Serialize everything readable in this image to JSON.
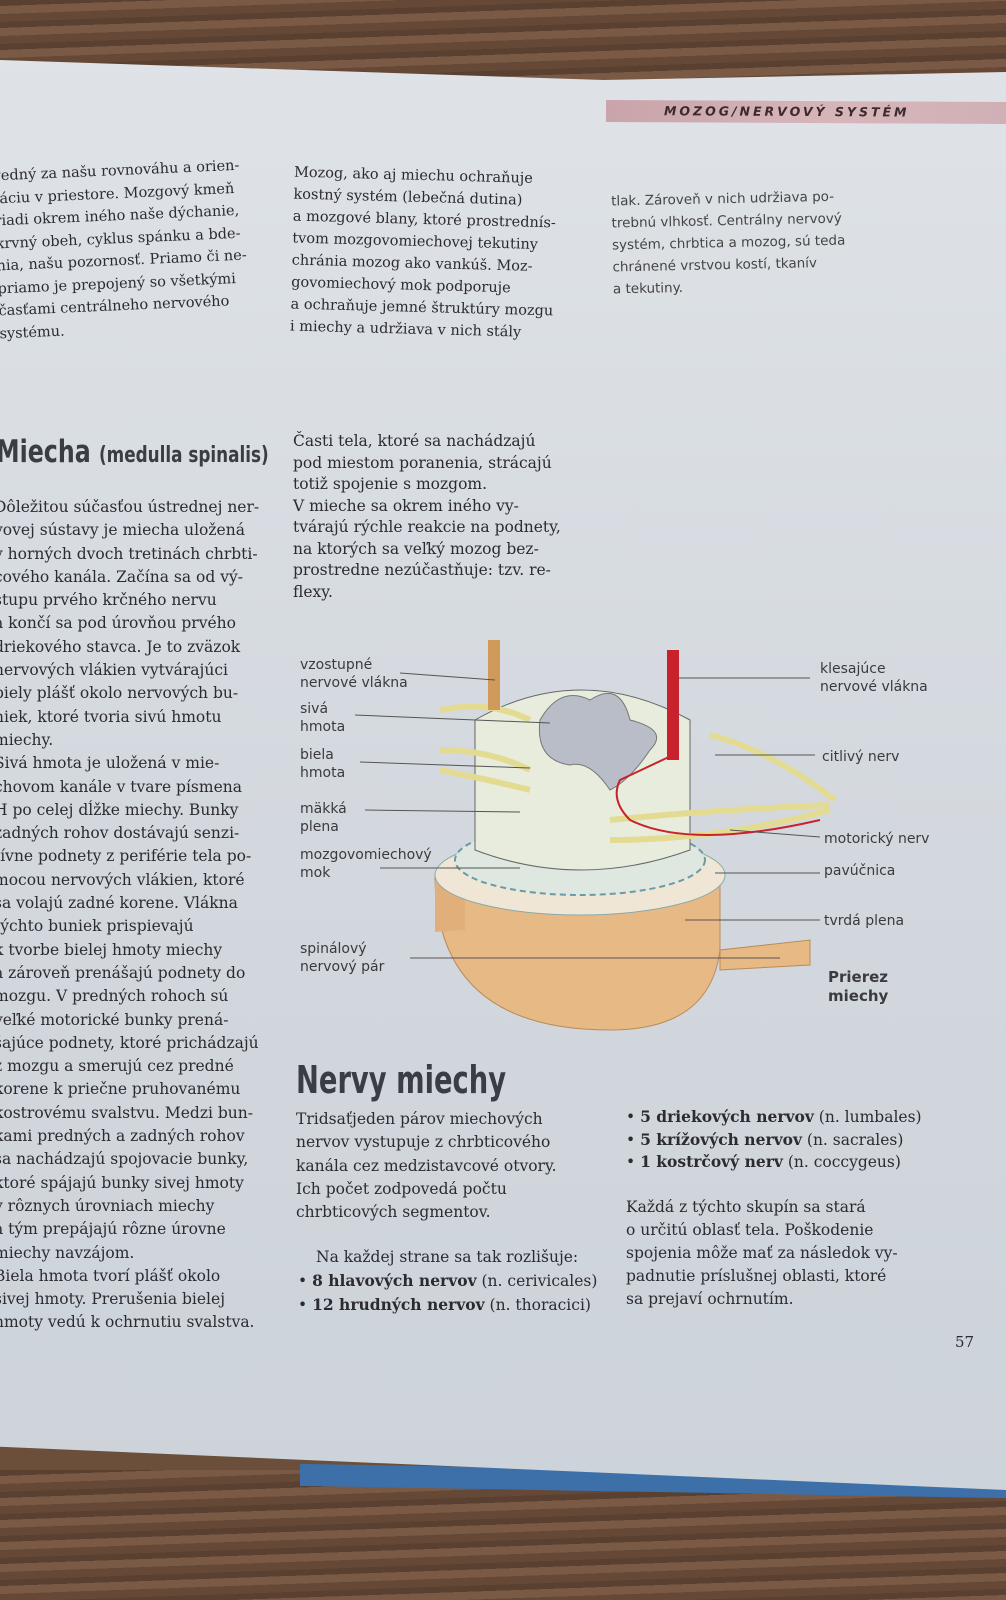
{
  "header": {
    "section": "MOZOG/NERVOVÝ SYSTÉM"
  },
  "top": {
    "col1": [
      "vedný za našu rovnováhu a orien-",
      "táciu v priestore. Mozgový kmeň",
      "riadi okrem iného naše dýchanie,",
      "krvný obeh, cyklus spánku a bde-",
      "nia, našu pozornosť. Priamo či ne-",
      "priamo je prepojený so všetkými",
      "časťami centrálneho nervového",
      "systému."
    ],
    "col2": [
      "Mozog, ako aj miechu ochraňuje",
      "kostný systém (lebečná dutina)",
      "a mozgové blany, ktoré prostrednís-",
      "tvom mozgovomiechovej tekutiny",
      "chránia mozog ako vankúš. Moz-",
      "govomiechový mok podporuje",
      "a ochraňuje jemné štruktúry mozgu",
      "i miechy a udržiava v nich stály"
    ],
    "col3": [
      "tlak. Zároveň v nich udržiava po-",
      "trebnú vlhkosť. Centrálny nervový",
      "systém, chrbtica a mozog, sú teda",
      "chránené vrstvou kostí, tkanív",
      "a tekutiny."
    ]
  },
  "miecha": {
    "title": "Miecha",
    "subtitle": "(medulla spinalis)",
    "lines": [
      "Dôležitou súčasťou ústrednej ner-",
      "vovej sústavy je miecha uložená",
      "v horných dvoch tretinách chrbti-",
      "cového kanála. Začína sa od vý-",
      "stupu prvého krčného nervu",
      "a končí sa pod úrovňou prvého",
      "driekového stavca. Je to zväzok",
      "nervových vlákien vytvárajúci",
      "biely plášť okolo nervových bu-",
      "niek, ktoré tvoria sivú hmotu",
      "miechy.",
      "  Sivá hmota je uložená v mie-",
      "chovom kanále v tvare písmena",
      "H po celej dĺžke miechy. Bunky",
      "zadných rohov dostávajú senzi-",
      "tívne podnety z periférie tela po-",
      "mocou nervových vlákien, ktoré",
      "sa volajú zadné korene. Vlákna",
      "týchto buniek prispievajú",
      "k tvorbe bielej hmoty miechy",
      "a zároveň prenášajú podnety do",
      "mozgu. V predných rohoch sú",
      "veľké motorické bunky prená-",
      "šajúce podnety, ktoré prichádzajú",
      "z mozgu a smerujú cez predné",
      "korene k priečne pruhovanému",
      "kostrovému svalstvu. Medzi bun-",
      "kami predných a zadných rohov",
      "sa nachádzajú spojovacie bunky,",
      "ktoré spájajú bunky sivej hmoty",
      "v rôznych úrovniach miechy",
      "a tým prepájajú rôzne úrovne",
      "miechy navzájom.",
      "  Biela hmota tvorí plášť okolo",
      "sivej hmoty. Prerušenia bielej",
      "hmoty vedú k ochrnutiu svalstva."
    ],
    "middle": [
      "Časti tela, ktoré sa nachádzajú",
      "pod miestom poranenia, strácajú",
      "totiž spojenie s mozgom.",
      "   V mieche sa okrem iného vy-",
      "tvárajú rýchle reakcie na podnety,",
      "na ktorých sa veľký mozog bez-",
      "prostredne nezúčastňuje: tzv. re-",
      "flexy."
    ]
  },
  "diagram": {
    "labels_left": [
      [
        "vzostupné",
        "nervové vlákna"
      ],
      [
        "sivá",
        "hmota"
      ],
      [
        "biela",
        "hmota"
      ],
      [
        "mäkká",
        "plena"
      ],
      [
        "mozgovomiechový",
        "mok"
      ],
      [
        "spinálový",
        "nervový pár"
      ]
    ],
    "labels_right": [
      [
        "klesajúce",
        "nervové vlákna"
      ],
      [
        "citlivý nerv"
      ],
      [
        "motorický nerv"
      ],
      [
        "pavúčnica"
      ],
      [
        "tvrdá plena"
      ]
    ],
    "caption": [
      "Prierez",
      "miechy"
    ],
    "colors": {
      "dura": "#e3b57f",
      "nerve": "#e9df9a",
      "grey": "#b8bcc6",
      "red": "#c8232c"
    }
  },
  "nervy": {
    "title": "Nervy miechy",
    "intro": [
      "Tridsaťjeden párov miechových",
      "nervov vystupuje z chrbticového",
      "kanála cez medzistavcové otvory.",
      "Ich počet zodpovedá počtu",
      "chrbticových segmentov."
    ],
    "lead": "Na každej strane sa tak rozlišuje:",
    "bullets": [
      {
        "bold": "8 hlavových nervov",
        "rest": " (n. cerivicales)"
      },
      {
        "bold": "12 hrudných nervov",
        "rest": " (n. thoracici)"
      },
      {
        "bold": "5 driekových nervov",
        "rest": " (n. lumbales)"
      },
      {
        "bold": "5 krížových nervov",
        "rest": " (n. sacrales)"
      },
      {
        "bold": "1 kostrčový nerv",
        "rest": " (n. coccygeus)"
      }
    ],
    "closing": [
      "Každá z týchto skupín sa stará",
      "o určitú oblasť tela. Poškodenie",
      "spojenia môže mať za následok vy-",
      "padnutie príslušnej oblasti, ktoré",
      "sa prejaví ochrnutím."
    ]
  },
  "page_number": "57"
}
